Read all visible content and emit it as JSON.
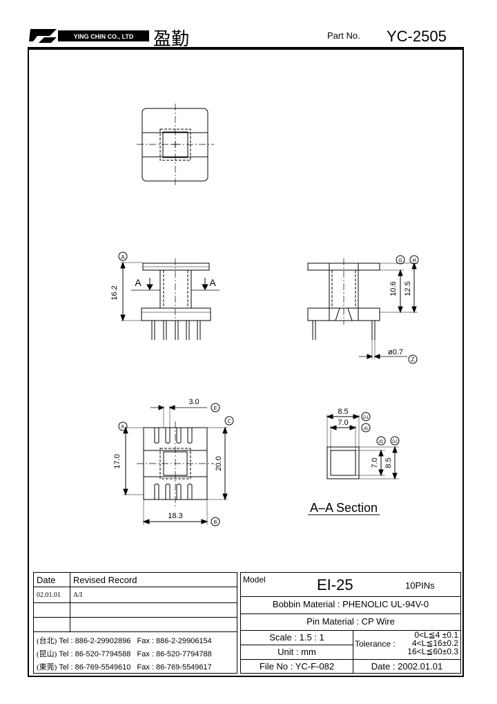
{
  "header": {
    "company_en": "YING CHIN CO., LTD",
    "company_zh": "盈勤",
    "part_label": "Part No.",
    "part_no": "YC-2505"
  },
  "drawing": {
    "dim_16_2": "16.2",
    "dim_10_6": "10.6",
    "dim_12_5": "12.5",
    "dim_0_7": "ø0.7",
    "dim_3_0": "3.0",
    "dim_17_0": "17.0",
    "dim_20_0": "20.0",
    "dim_18_3": "18.3",
    "dim_8_5": "8.5",
    "dim_7_0": "7.0",
    "dim_7_0v": "7.0",
    "dim_8_5v": "8.5",
    "section_mark": "A",
    "tag_A": "A",
    "tag_G": "G",
    "tag_H": "H",
    "tag_Z": "Z",
    "tag_E": "E",
    "tag_C": "C",
    "tag_F": "F",
    "tag_B": "B",
    "tag_D1": "D1",
    "tag_d1": "d1",
    "tag_d2": "d2",
    "tag_D2": "D2",
    "section_label": "A–A Section"
  },
  "revision": {
    "col_date": "Date",
    "col_record": "Revised Record",
    "rows": [
      {
        "date": "02.01.01",
        "record": "A/I"
      },
      {
        "date": "",
        "record": ""
      },
      {
        "date": "",
        "record": ""
      }
    ]
  },
  "contacts": [
    {
      "loc": "(台北)",
      "tel": "Tel : 886-2-29902896",
      "fax": "Fax : 886-2-29906154"
    },
    {
      "loc": "(昆山)",
      "tel": "Tel : 86-520-7794588",
      "fax": "Fax : 86-520-7794788"
    },
    {
      "loc": "(東莞)",
      "tel": "Tel : 86-769-5549610",
      "fax": "Fax : 86-769-5549617"
    }
  ],
  "spec": {
    "model_label": "Model",
    "model": "EI-25",
    "pins": "10PINs",
    "bobbin_label": "Bobbin Material :",
    "bobbin": "PHENOLIC UL-94V-0",
    "pin_label": "Pin Material :",
    "pin": "CP Wire",
    "scale_label": "Scale :",
    "scale": "1.5 : 1",
    "unit_label": "Unit :",
    "unit": "mm",
    "tolerance_label": "Tolerance :",
    "tol1": "0<L≦4  ±0.1",
    "tol2": "4<L≦16±0.2",
    "tol3": "16<L≦60±0.3",
    "file_label": "File No :",
    "file": "YC-F-082",
    "date_label": "Date :",
    "date": "2002.01.01"
  }
}
